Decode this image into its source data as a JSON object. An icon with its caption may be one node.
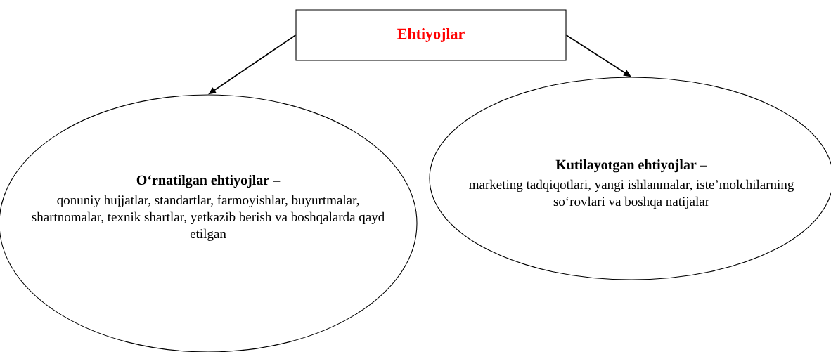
{
  "diagram": {
    "nodes": [
      {
        "text": [
          "Ehtiyojlar"
        ]
      },
      {
        "text": [
          "**O‘rnatilgan ehtiyojlar** –",
          "qonuniy hujjatlar, standartlar, farmoyishlar, buyurtmalar, shartnomalar, texnik shartlar, yetkazib berish va boshqalarda qayd etilgan"
        ]
      },
      {
        "text": [
          "**Kutilayotgan ehtiyojlar** –",
          "marketing tadqiqotlari, yangi ishlanmalar, iste’molchilarning so‘rovlari va boshqa natijalar"
        ]
      }
    ],
    "edges": [
      {
        "from": 0,
        "to": 1,
        "arrow": "to"
      },
      {
        "from": 0,
        "to": 2,
        "arrow": "to"
      }
    ]
  }
}
